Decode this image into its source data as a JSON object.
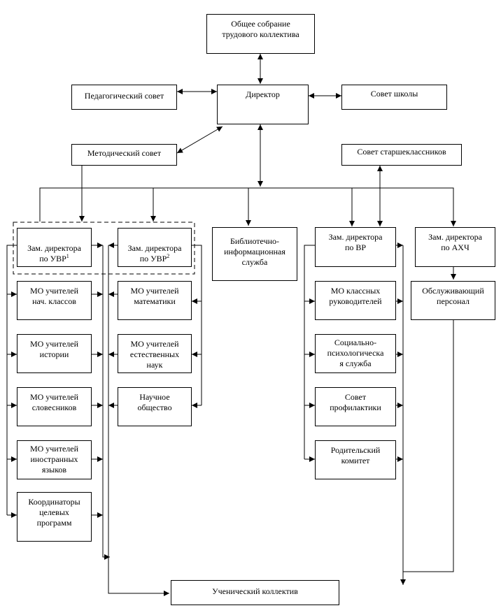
{
  "nodes": {
    "general_meeting": "Общее собрание\nтрудового коллектива",
    "ped_council": "Педагогический совет",
    "director": "Директор",
    "school_council": "Совет  школы",
    "method_council": "Методический совет",
    "senior_council": "Совет старшеклассников",
    "deputy_uvr1": "Зам. директора\nпо УВР",
    "deputy_uvr1_sup": "1",
    "deputy_uvr2": "Зам. директора\nпо УВР",
    "deputy_uvr2_sup": "2",
    "library": "Библиотечно-\nинформационная\nслужба",
    "deputy_vr": "Зам. директора\nпо ВР",
    "deputy_ahch": "Зам. директора\nпо АХЧ",
    "mo_primary": "МО учителей\nнач. классов",
    "mo_math": "МО учителей\nматематики",
    "mo_class_teachers": "МО классных\nруководителей",
    "service_staff": "Обслуживающий\nперсонал",
    "mo_history": "МО учителей\nистории",
    "mo_science": "МО учителей\nестественных\nнаук",
    "social_psych": "Социально-\nпсихологическа\nя служба",
    "mo_philology": "МО учителей\nсловесников",
    "sci_society": "Научное\nобщество",
    "prevention_council": "Совет\nпрофилактики",
    "mo_foreign": "МО учителей\nиностранных\nязыков",
    "parent_committee": "Родительский\nкомитет",
    "coordinators": "Координаторы\nцелевых\nпрограмм",
    "student_body": "Ученический коллектив"
  }
}
